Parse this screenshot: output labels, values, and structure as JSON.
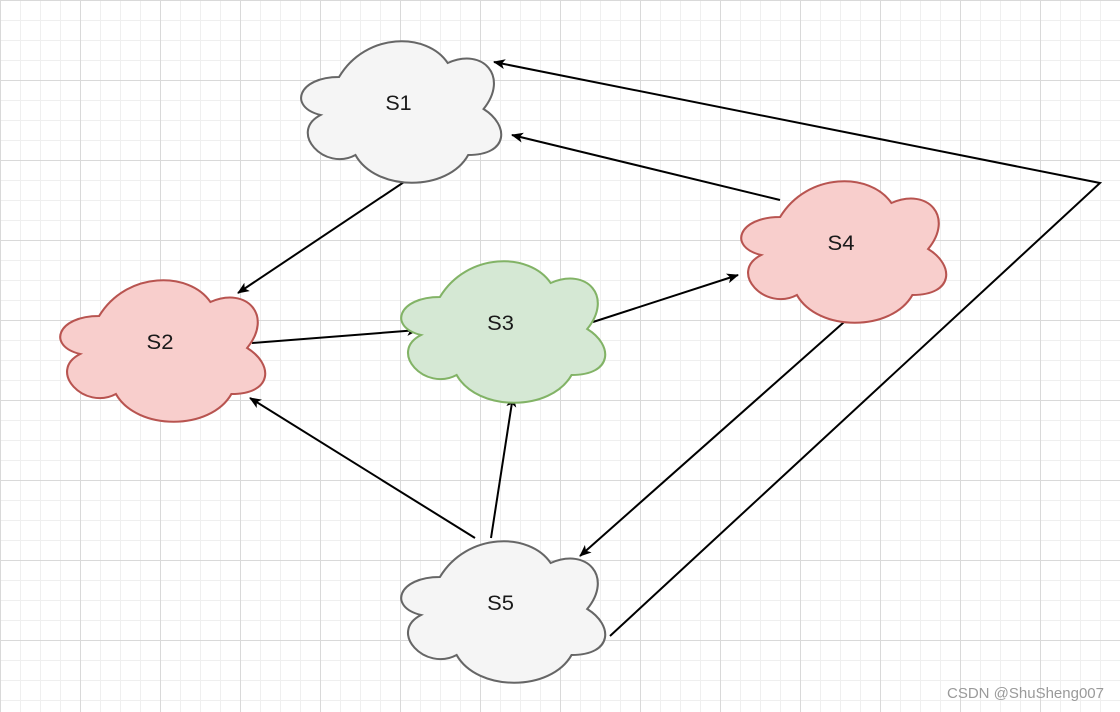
{
  "nodes": [
    {
      "id": "S1",
      "label": "S1",
      "fill": "#f5f5f5",
      "stroke": "#666666"
    },
    {
      "id": "S2",
      "label": "S2",
      "fill": "#f8cecc",
      "stroke": "#b85450"
    },
    {
      "id": "S3",
      "label": "S3",
      "fill": "#d5e8d4",
      "stroke": "#82b366"
    },
    {
      "id": "S4",
      "label": "S4",
      "fill": "#f8cecc",
      "stroke": "#b85450"
    },
    {
      "id": "S5",
      "label": "S5",
      "fill": "#f5f5f5",
      "stroke": "#666666"
    }
  ],
  "edges": [
    {
      "from": "S1",
      "to": "S2"
    },
    {
      "from": "S2",
      "to": "S3"
    },
    {
      "from": "S3",
      "to": "S4"
    },
    {
      "from": "S4",
      "to": "S1"
    },
    {
      "from": "S4",
      "to": "S5"
    },
    {
      "from": "S5",
      "to": "S2"
    },
    {
      "from": "S5",
      "to": "S3"
    },
    {
      "from": "S5",
      "to": "S1"
    }
  ],
  "watermark": "CSDN @ShuSheng007"
}
